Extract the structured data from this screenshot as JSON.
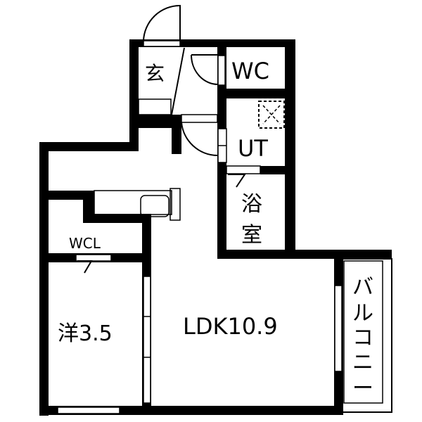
{
  "floor_plan": {
    "rooms": {
      "entrance": "玄",
      "wc": "WC",
      "utility": "UT",
      "bath_line1": "浴",
      "bath_line2": "室",
      "walk_in_closet": "WCL",
      "western_room": "洋3.5",
      "ldk": "LDK10.9",
      "balcony_chars": [
        "バ",
        "ル",
        "コ",
        "ニ",
        "ー"
      ]
    },
    "colors": {
      "wall": "#000000",
      "background": "#ffffff"
    }
  }
}
